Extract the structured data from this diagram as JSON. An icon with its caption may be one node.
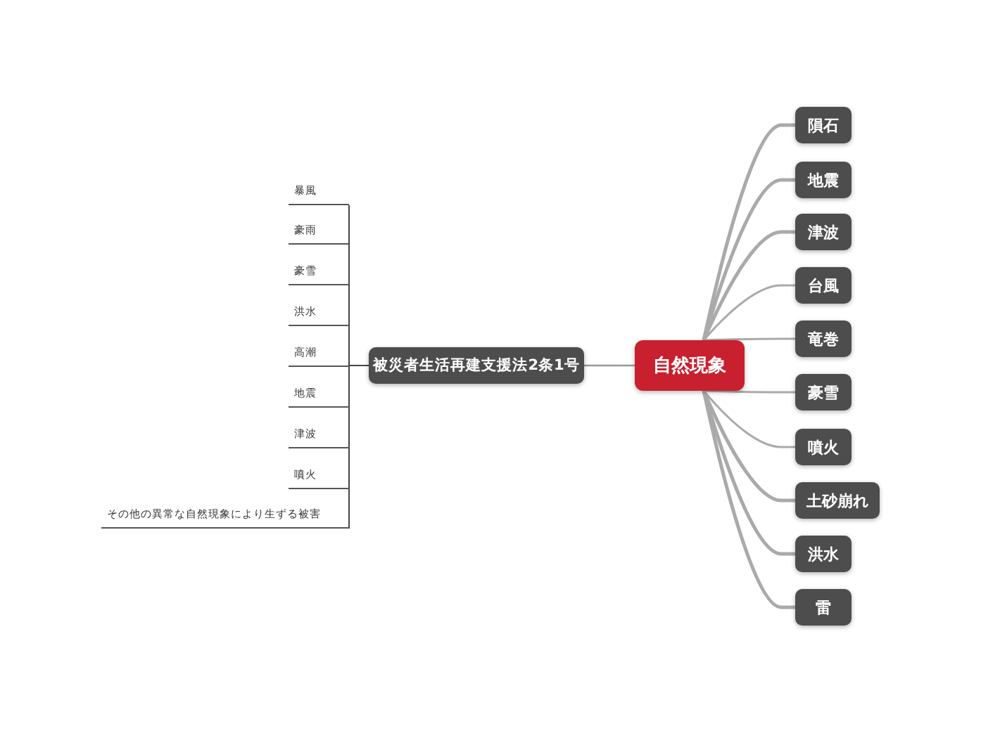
{
  "diagram": {
    "nodes": [
      {
        "text": [
          "自然現象"
        ]
      },
      {
        "text": [
          "被災者生活再建支援法2条1号"
        ]
      },
      {
        "text": [
          "隕石"
        ]
      },
      {
        "text": [
          "地震"
        ]
      },
      {
        "text": [
          "津波"
        ]
      },
      {
        "text": [
          "台風"
        ]
      },
      {
        "text": [
          "竜巻"
        ]
      },
      {
        "text": [
          "豪雪"
        ]
      },
      {
        "text": [
          "噴火"
        ]
      },
      {
        "text": [
          "土砂崩れ"
        ]
      },
      {
        "text": [
          "洪水"
        ]
      },
      {
        "text": [
          "雷"
        ]
      },
      {
        "text": [
          "暴風"
        ]
      },
      {
        "text": [
          "豪雨"
        ]
      },
      {
        "text": [
          "豪雪"
        ]
      },
      {
        "text": [
          "洪水"
        ]
      },
      {
        "text": [
          "高潮"
        ]
      },
      {
        "text": [
          "地震"
        ]
      },
      {
        "text": [
          "津波"
        ]
      },
      {
        "text": [
          "噴火"
        ]
      },
      {
        "text": [
          "その他の異常な自然現象により生ずる被害"
        ]
      }
    ],
    "edges": [
      {
        "from": 0,
        "to": 1,
        "arrow": "none"
      },
      {
        "from": 0,
        "to": 2,
        "arrow": "none"
      },
      {
        "from": 0,
        "to": 3,
        "arrow": "none"
      },
      {
        "from": 0,
        "to": 4,
        "arrow": "none"
      },
      {
        "from": 0,
        "to": 5,
        "arrow": "none"
      },
      {
        "from": 0,
        "to": 6,
        "arrow": "none"
      },
      {
        "from": 0,
        "to": 7,
        "arrow": "none"
      },
      {
        "from": 0,
        "to": 8,
        "arrow": "none"
      },
      {
        "from": 0,
        "to": 9,
        "arrow": "none"
      },
      {
        "from": 0,
        "to": 10,
        "arrow": "none"
      },
      {
        "from": 0,
        "to": 11,
        "arrow": "none"
      },
      {
        "from": 1,
        "to": 12,
        "arrow": "none",
        "color": "#444444"
      },
      {
        "from": 1,
        "to": 13,
        "arrow": "none",
        "color": "#444444"
      },
      {
        "from": 1,
        "to": 14,
        "arrow": "none",
        "color": "#444444"
      },
      {
        "from": 1,
        "to": 15,
        "arrow": "none",
        "color": "#444444"
      },
      {
        "from": 1,
        "to": 16,
        "arrow": "none",
        "color": "#444444"
      },
      {
        "from": 1,
        "to": 17,
        "arrow": "none",
        "color": "#444444"
      },
      {
        "from": 1,
        "to": 18,
        "arrow": "none",
        "color": "#444444"
      },
      {
        "from": 1,
        "to": 19,
        "arrow": "none",
        "color": "#444444"
      },
      {
        "from": 1,
        "to": 20,
        "arrow": "none",
        "color": "#444444"
      }
    ]
  }
}
